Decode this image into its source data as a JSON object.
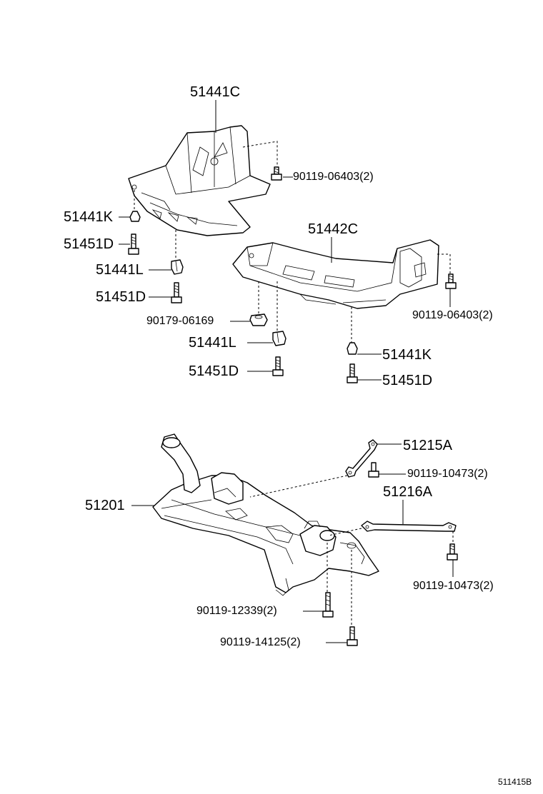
{
  "diagram_id": "511415B",
  "callouts": {
    "c51441C": "51441C",
    "c90119_06403_a": "90119-06403(2)",
    "c51441K_a": "51441K",
    "c51451D_a": "51451D",
    "c51441L_a": "51441L",
    "c51451D_b": "51451D",
    "c51442C": "51442C",
    "c90179_06169": "90179-06169",
    "c90119_06403_b": "90119-06403(2)",
    "c51441L_b": "51441L",
    "c51441K_b": "51441K",
    "c51451D_c": "51451D",
    "c51451D_d": "51451D",
    "c51215A": "51215A",
    "c90119_10473_a": "90119-10473(2)",
    "c51216A": "51216A",
    "c51201": "51201",
    "c90119_10473_b": "90119-10473(2)",
    "c90119_12339": "90119-12339(2)",
    "c90119_14125": "90119-14125(2)"
  }
}
